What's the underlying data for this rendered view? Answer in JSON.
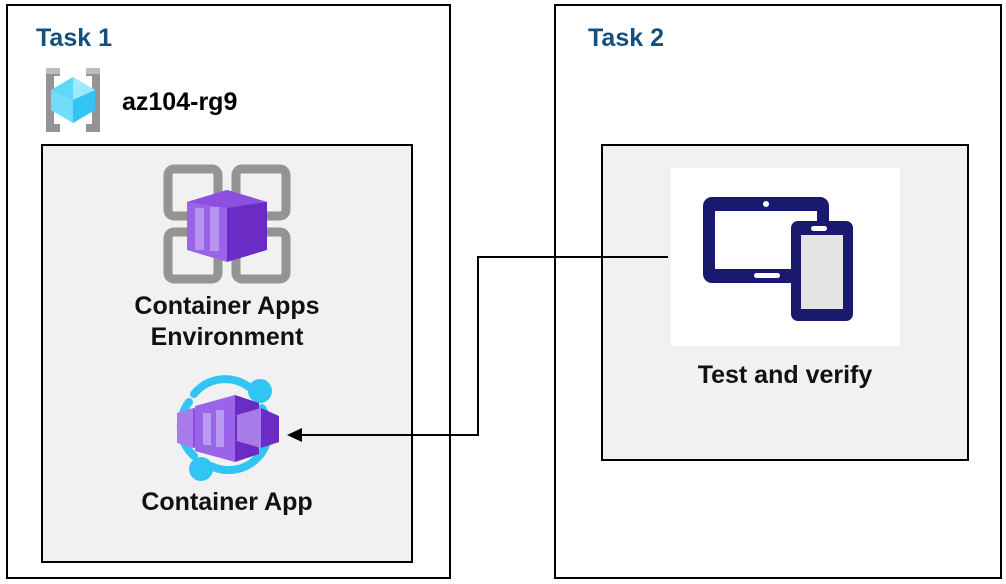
{
  "diagram": {
    "title": "Azure Container Apps task diagram",
    "background": "#ffffff",
    "panel_border_color": "#000000",
    "inner_box_fill": "#f1f1f1",
    "title_color": "#14507d",
    "connector_color": "#000000"
  },
  "task1": {
    "title": "Task 1",
    "resource_group": {
      "name": "az104-rg9",
      "icon": "resource-group-icon",
      "icon_colors": {
        "bracket": "#949494",
        "cube_light": "#9fe6fb",
        "cube_mid": "#32c5f4",
        "cube_dark": "#22a5d8"
      }
    },
    "nodes": [
      {
        "label": "Container Apps\nEnvironment",
        "icon": "container-apps-environment-icon",
        "icon_colors": {
          "frame": "#949494",
          "box_light": "#a87ce8",
          "box_mid": "#8c4fe0",
          "box_dark": "#6a2cc4"
        }
      },
      {
        "label": "Container App",
        "icon": "container-app-icon",
        "icon_colors": {
          "arc": "#32c5f4",
          "box_light": "#a87ce8",
          "box_mid": "#8c4fe0",
          "box_dark": "#6a2cc4"
        }
      }
    ]
  },
  "task2": {
    "title": "Task 2",
    "nodes": [
      {
        "label": "Test and verify",
        "icon": "test-and-verify-devices-icon",
        "icon_colors": {
          "device": "#19196e",
          "screen": "#ffffff",
          "phone_screen": "#e4e4e4"
        }
      }
    ]
  },
  "connector": {
    "name": "task2-to-container-app-arrow",
    "from": "Test and verify",
    "to": "Container App",
    "arrow_head": "left",
    "stroke_width": 2
  }
}
